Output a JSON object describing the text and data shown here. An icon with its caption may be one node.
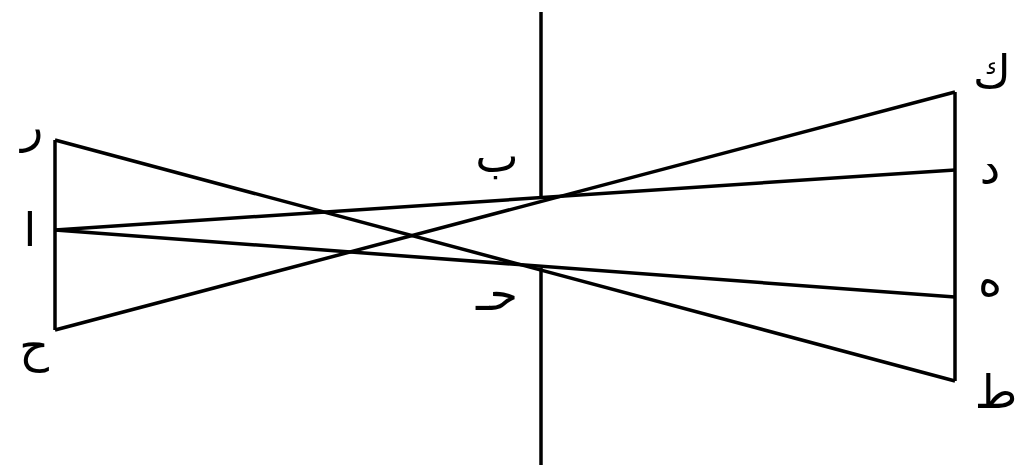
{
  "diagram": {
    "labels": [
      "ك",
      "ر",
      "ب",
      "د",
      "ا",
      "ه",
      "حـ",
      "ح",
      "ط"
    ]
  }
}
